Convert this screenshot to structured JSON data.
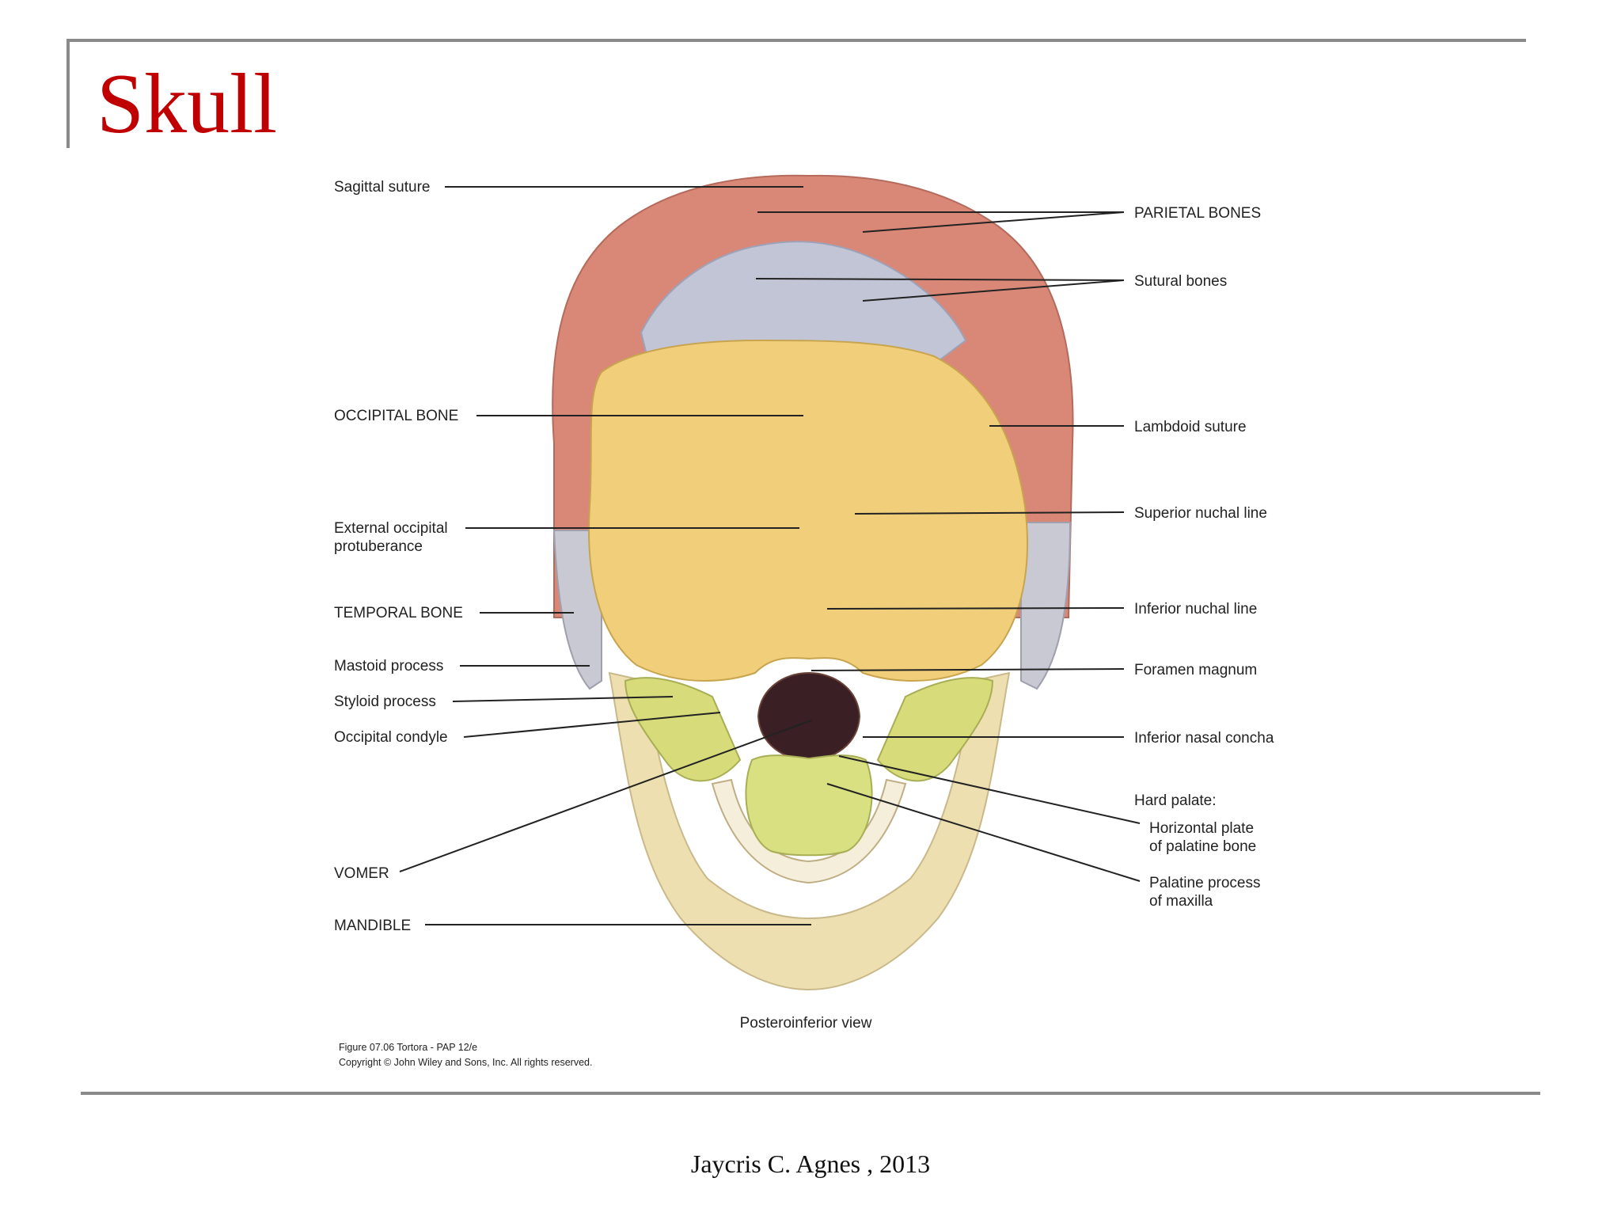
{
  "slide": {
    "title": "Skull",
    "footer": "Jaycris C. Agnes , 2013"
  },
  "figure": {
    "view_caption": "Posteroinferior view",
    "credit_line1": "Figure 07.06  Tortora - PAP 12/e",
    "credit_line2": "Copyright © John Wiley and Sons, Inc. All rights reserved.",
    "colors": {
      "parietal": "#d98878",
      "occipital": "#f1cf7a",
      "sutural": "#c2c5d6",
      "temporal": "#c9c9d3",
      "mandible": "#eedfb0",
      "palatine": "#d9e082",
      "background": "#ffffff",
      "title": "#c00000"
    },
    "labels_left": {
      "sagittal_suture": "Sagittal suture",
      "occipital_bone": "OCCIPITAL BONE",
      "external_occipital_1": "External occipital",
      "external_occipital_2": "protuberance",
      "temporal_bone": "TEMPORAL BONE",
      "mastoid_process": "Mastoid process",
      "styloid_process": "Styloid process",
      "occipital_condyle": "Occipital condyle",
      "vomer": "VOMER",
      "mandible": "MANDIBLE"
    },
    "labels_right": {
      "parietal_bones": "PARIETAL BONES",
      "sutural_bones": "Sutural bones",
      "lambdoid_suture": "Lambdoid suture",
      "superior_nuchal_line": "Superior nuchal line",
      "inferior_nuchal_line": "Inferior nuchal line",
      "foramen_magnum": "Foramen magnum",
      "inferior_nasal_concha": "Inferior nasal concha",
      "hard_palate": "Hard palate:",
      "horizontal_plate_1": "Horizontal plate",
      "horizontal_plate_2": "of palatine bone",
      "palatine_process_1": "Palatine process",
      "palatine_process_2": "of maxilla"
    }
  }
}
